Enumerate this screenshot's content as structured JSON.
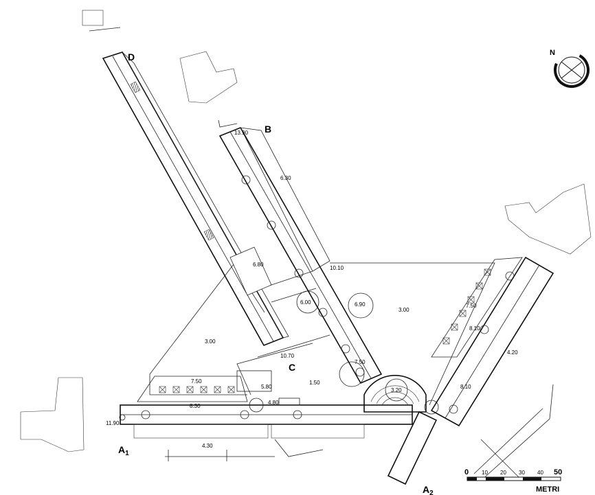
{
  "wing_labels": {
    "a1": "A",
    "a1_sub": "1",
    "a2": "A",
    "a2_sub": "2",
    "b": "B",
    "c": "C",
    "d": "D"
  },
  "elevations": {
    "e_13_90": "13.90",
    "e_6_30": "6.30",
    "e_6_80": "6.80",
    "e_10_10": "10.10",
    "e_6_00": "6.00",
    "e_6_90": "6.90",
    "e_3_00_left": "3.00",
    "e_3_00_right": "3.00",
    "e_10_70": "10.70",
    "e_7_50_left": "7.50",
    "e_5_80": "5.80",
    "e_1_50": "1.50",
    "e_7_50_c": "7.50",
    "e_3_20": "3.20",
    "e_4_80": "4.80",
    "e_8_30": "8.30",
    "e_11_90": "11.90",
    "e_4_30_bottom": "4.30",
    "e_7_50_right": "7.50",
    "e_8_10_a": "8.10",
    "e_8_10_b": "8.10",
    "e_4_20": "4.20"
  },
  "scale_bar": {
    "ticks": [
      "0",
      "10",
      "20",
      "30",
      "40",
      "50"
    ],
    "unit": "METRI"
  },
  "north_label": "N",
  "colors": {
    "ink": "#111111",
    "paper": "#ffffff"
  }
}
